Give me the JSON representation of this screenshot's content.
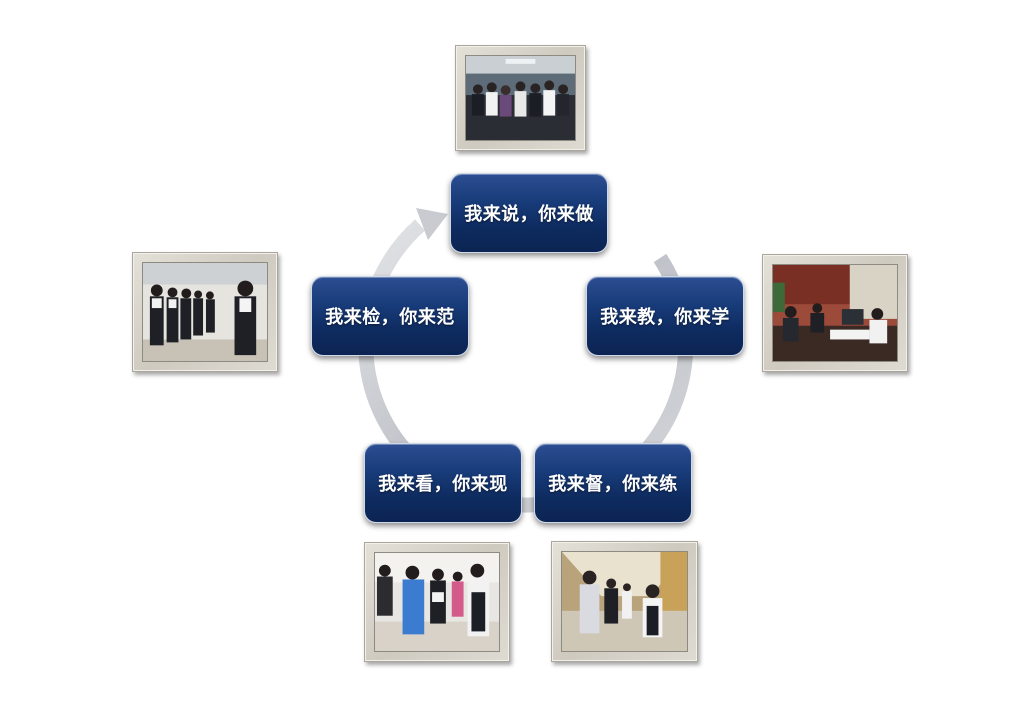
{
  "cycle": {
    "steps": [
      {
        "label": "我来说，你来做"
      },
      {
        "label": "我来教，你来学"
      },
      {
        "label": "我来督，你来练"
      },
      {
        "label": "我来看，你来现"
      },
      {
        "label": "我来检，你来范"
      }
    ],
    "colors": {
      "node_fill": "#0e2a5e",
      "node_border": "#cfd8e8",
      "ring": "#c4c6cb",
      "frame": "#d6d2ca"
    }
  },
  "photos": [
    {
      "subject": "group-meeting-photo"
    },
    {
      "subject": "office-desk-photo"
    },
    {
      "subject": "hallway-practice-photo"
    },
    {
      "subject": "reading-documents-photo"
    },
    {
      "subject": "staff-lineup-photo"
    }
  ]
}
